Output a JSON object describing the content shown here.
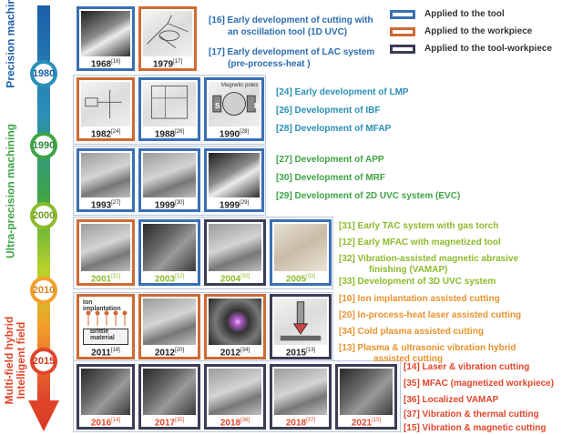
{
  "eras": {
    "precision": "Precision machining",
    "ultra": "Ultra-precision machining",
    "hybrid_line1": "Multi-field hybrid",
    "hybrid_line2": "Intelligent field"
  },
  "years": [
    "1980",
    "1990",
    "2000",
    "2010",
    "2015"
  ],
  "legend": {
    "tool": "Applied to the tool",
    "workpiece": "Applied to the workpiece",
    "tool_workpiece": "Applied to the tool-workpiece",
    "colors": {
      "tool": "#3a6fb5",
      "workpiece": "#cf6a32",
      "tool_workpiece": "#3b3d55"
    }
  },
  "rows": [
    {
      "photos": [
        {
          "year": "1968",
          "ref": "[16]",
          "type": "tool",
          "tone": "bw"
        },
        {
          "year": "1979",
          "ref": "[17]",
          "type": "workpiece",
          "tone": "light"
        }
      ],
      "items": [
        {
          "text": "[16] Early development of cutting with",
          "color": "#2b6cb0"
        },
        {
          "text": "an oscillation tool (1D UVC)",
          "color": "#2b6cb0"
        },
        {
          "text": "[17] Early development of LAC system",
          "color": "#2b6cb0"
        },
        {
          "text": "(pre-process-heat )",
          "color": "#2b6cb0"
        }
      ]
    },
    {
      "photos": [
        {
          "year": "1982",
          "ref": "[24]",
          "type": "workpiece",
          "tone": "light"
        },
        {
          "year": "1988",
          "ref": "[26]",
          "type": "tool",
          "tone": "light"
        },
        {
          "year": "1990",
          "ref": "[28]",
          "type": "tool",
          "tone": "light"
        }
      ],
      "items": [
        {
          "text": "[24] Early development of LMP",
          "color": "#2a8fb8"
        },
        {
          "text": "[26] Development of IBF",
          "color": "#2a8fb8"
        },
        {
          "text": "[28] Development of MFAP",
          "color": "#2a8fb8"
        }
      ],
      "labels": {
        "s": "S",
        "n": "N",
        "field": "Magnetic poles"
      }
    },
    {
      "photos": [
        {
          "year": "1993",
          "ref": "[27]",
          "type": "tool",
          "tone": "grey"
        },
        {
          "year": "1999",
          "ref": "[30]",
          "type": "tool",
          "tone": "grey"
        },
        {
          "year": "1999",
          "ref": "[29]",
          "type": "tool",
          "tone": "bw"
        }
      ],
      "items": [
        {
          "text": "[27] Development of APP",
          "color": "#3ea445"
        },
        {
          "text": "[30] Development of MRF",
          "color": "#3ea445"
        },
        {
          "text": "[29] Development of 2D UVC system (EVC)",
          "color": "#3ea445"
        }
      ]
    },
    {
      "photos": [
        {
          "year": "2001",
          "ref": "[31]",
          "type": "workpiece",
          "tone": "grey"
        },
        {
          "year": "2003",
          "ref": "[12]",
          "type": "tool",
          "tone": "dark"
        },
        {
          "year": "2004",
          "ref": "[32]",
          "type": "both",
          "tone": "grey"
        },
        {
          "year": "2005",
          "ref": "[33]",
          "type": "tool",
          "tone": "light"
        }
      ],
      "items": [
        {
          "text": "[31] Early TAC system with gas torch",
          "color": "#8dbb2c"
        },
        {
          "text": "[12] Early MFAC with magnetized tool",
          "color": "#8dbb2c"
        },
        {
          "text": "[32] Vibration-assisted magnetic abrasive",
          "color": "#8dbb2c"
        },
        {
          "text": "finishing (VAMAP)",
          "color": "#8dbb2c"
        },
        {
          "text": "[33] Development of 3D UVC system",
          "color": "#8dbb2c"
        }
      ]
    },
    {
      "photos": [
        {
          "year": "2011",
          "ref": "[18]",
          "type": "workpiece",
          "tone": "light"
        },
        {
          "year": "2012",
          "ref": "[20]",
          "type": "workpiece",
          "tone": "grey"
        },
        {
          "year": "2012",
          "ref": "[34]",
          "type": "workpiece",
          "tone": "dark"
        },
        {
          "year": "2015",
          "ref": "[13]",
          "type": "both",
          "tone": "light"
        }
      ],
      "items": [
        {
          "text": "[10] Ion implantation assisted cutting",
          "color": "#e8922c"
        },
        {
          "text": "[20] In-process-heat laser assisted cutting",
          "color": "#e8922c"
        },
        {
          "text": "[34] Cold plasma assisted cutting",
          "color": "#e8922c"
        },
        {
          "text": "[13] Plasma & ultrasonic vibration hybrid",
          "color": "#e8922c"
        },
        {
          "text": "assisted cutting",
          "color": "#e8922c"
        }
      ],
      "labels": {
        "ion": "Ion implantation",
        "brittle": "Brittle material"
      }
    },
    {
      "photos": [
        {
          "year": "2016",
          "ref": "[14]",
          "type": "both",
          "tone": "dark"
        },
        {
          "year": "2017",
          "ref": "[35]",
          "type": "both",
          "tone": "dark"
        },
        {
          "year": "2018",
          "ref": "[36]",
          "type": "both",
          "tone": "grey"
        },
        {
          "year": "2018",
          "ref": "[37]",
          "type": "both",
          "tone": "grey"
        },
        {
          "year": "2021",
          "ref": "[15]",
          "type": "both",
          "tone": "dark"
        }
      ],
      "items": [
        {
          "text": "[14] Laser & vibration cutting",
          "color": "#e0462b"
        },
        {
          "text": "[35] MFAC (magnetized workpiece)",
          "color": "#e0462b"
        },
        {
          "text": "[36] Localized VAMAP",
          "color": "#e0462b"
        },
        {
          "text": "[37] Vibration & thermal cutting",
          "color": "#e0462b"
        },
        {
          "text": "[15] Vibration & magnetic cutting",
          "color": "#e0462b"
        }
      ]
    }
  ]
}
